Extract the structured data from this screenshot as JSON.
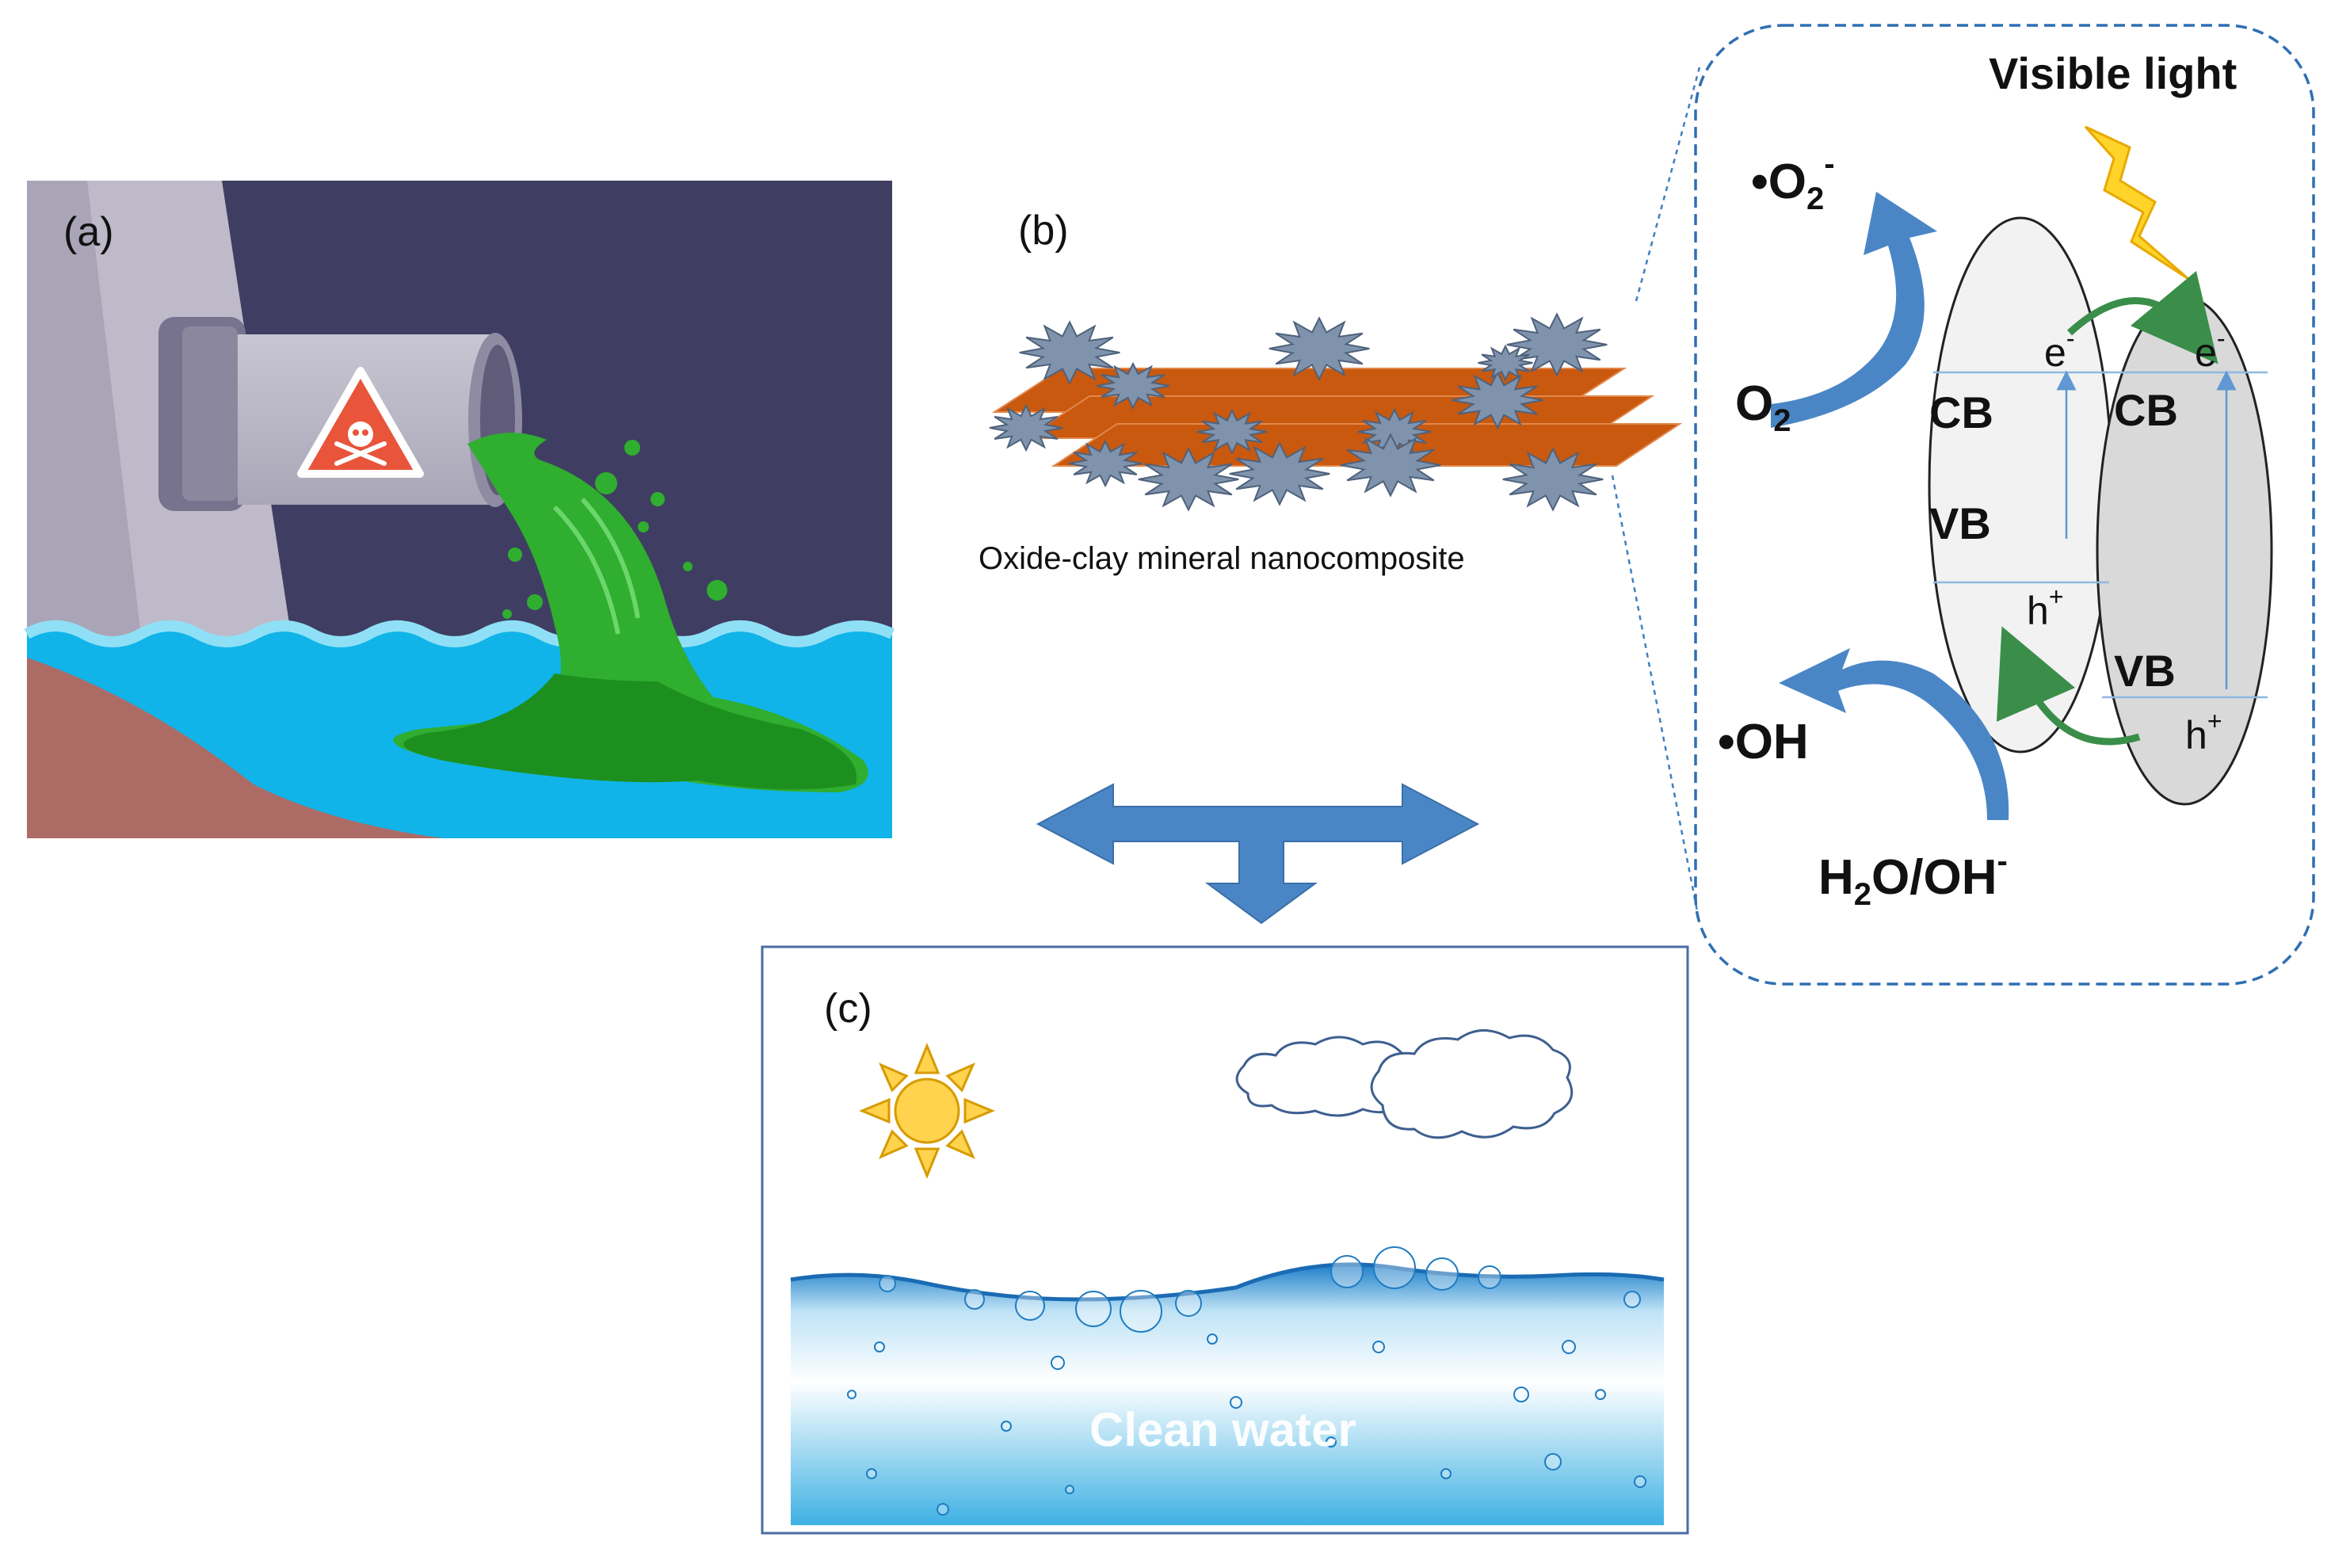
{
  "panels": {
    "a": {
      "label": "(a)"
    },
    "b": {
      "label": "(b)",
      "caption": "Oxide-clay mineral nanocomposite"
    },
    "c": {
      "label": "(c)",
      "caption": "Clean water"
    }
  },
  "mechanism": {
    "light": "Visible light",
    "superoxide": "•O",
    "superoxide_sub": "2",
    "superoxide_sup": "-",
    "oxygen": "O",
    "oxygen_sub": "2",
    "hydroxyl": "•OH",
    "water": "H",
    "water_sub": "2",
    "water_rest": "O/OH",
    "water_sup": "-",
    "left_cb": "CB",
    "left_vb": "VB",
    "left_electron": "e",
    "left_electron_sup": "-",
    "left_hole": "h",
    "left_hole_sup": "+",
    "right_cb": "CB",
    "right_vb": "VB",
    "right_electron": "e",
    "right_electron_sup": "-",
    "right_hole": "h",
    "right_hole_sup": "+"
  },
  "colors": {
    "flow_arrow": "#4a86c6",
    "clay_sheet": "#c8590f",
    "oxide_particle": "#7f93ad",
    "wastewater": "#2fae2f",
    "river": "#10b4e8",
    "sky": "#3f3e62",
    "warning": "#e8553a",
    "dashed_border": "#2f6fb3"
  }
}
